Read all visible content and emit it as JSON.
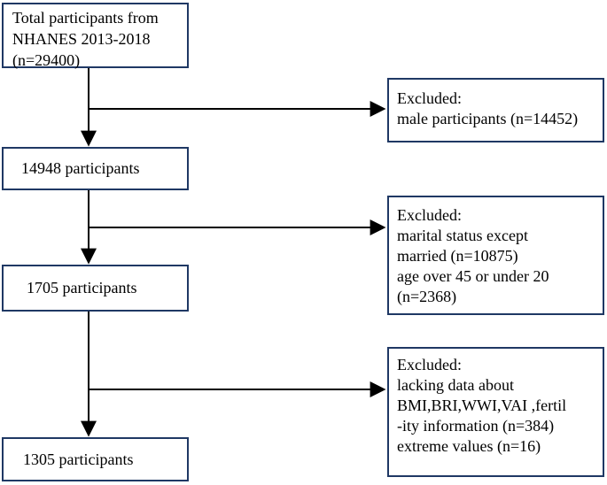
{
  "flowchart": {
    "main_boxes": [
      {
        "lines": [
          "Total participants from",
          "NHANES 2013-2018",
          "(n=29400)"
        ]
      },
      {
        "lines": [
          "14948 participants"
        ]
      },
      {
        "lines": [
          "1705 participants"
        ]
      },
      {
        "lines": [
          "1305 participants"
        ]
      }
    ],
    "exclusion_boxes": [
      {
        "lines": [
          "Excluded:",
          "male participants (n=14452)"
        ]
      },
      {
        "lines": [
          "Excluded:",
          "marital status except",
          "married (n=10875)",
          "age over 45 or under 20",
          "(n=2368)"
        ]
      },
      {
        "lines": [
          "Excluded:",
          "lacking data about",
          "BMI,BRI,WWI,VAI ,fertil",
          "-ity information (n=384)",
          "extreme values (n=16)"
        ]
      }
    ],
    "colors": {
      "box_border": "#1f3864",
      "arrow": "#000000",
      "text": "#000000",
      "background": "#ffffff"
    }
  }
}
